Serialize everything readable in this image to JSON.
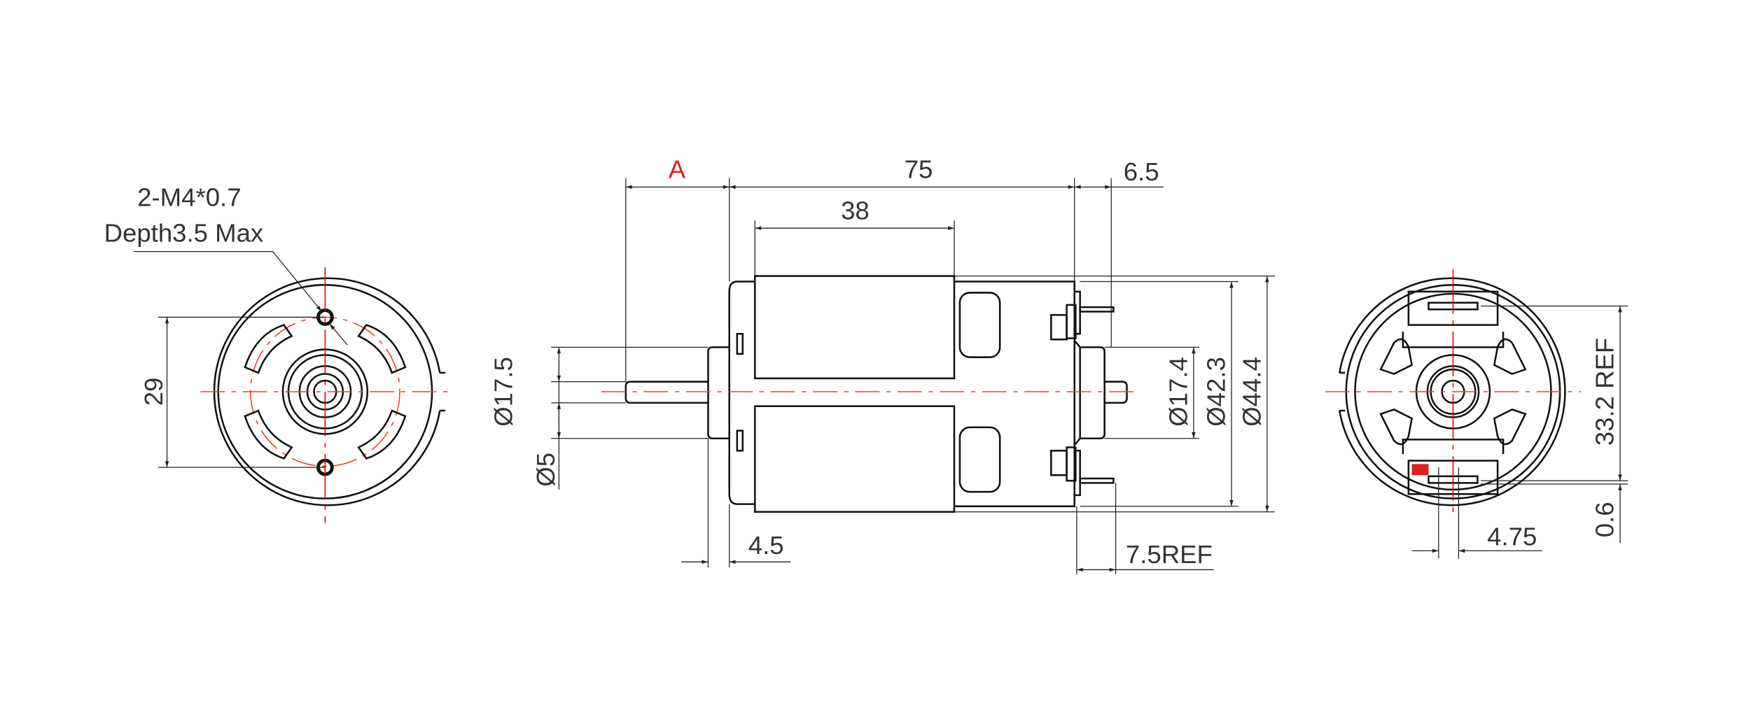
{
  "drawing": {
    "left_view": {
      "thread_note_line1": "2-M4*0.7",
      "thread_note_line2": "Depth3.5 Max",
      "bolt_spacing": "29"
    },
    "side_view": {
      "shaft_length_label": "A",
      "overall_length": "75",
      "can_length": "38",
      "rear_boss_length": "6.5",
      "front_boss_dia": "Ø17.5",
      "shaft_dia": "Ø5",
      "front_boss_length": "4.5",
      "terminal_length": "7.5REF",
      "rear_boss_dia": "Ø17.4",
      "housing_dia": "Ø42.3",
      "can_dia": "Ø44.4"
    },
    "right_view": {
      "terminal_spacing": "33.2 REF",
      "terminal_thickness": "0.6",
      "terminal_width": "4.75"
    },
    "colors": {
      "centerline": "#e8402a",
      "highlight": "#e02020",
      "line": "#111111"
    }
  }
}
